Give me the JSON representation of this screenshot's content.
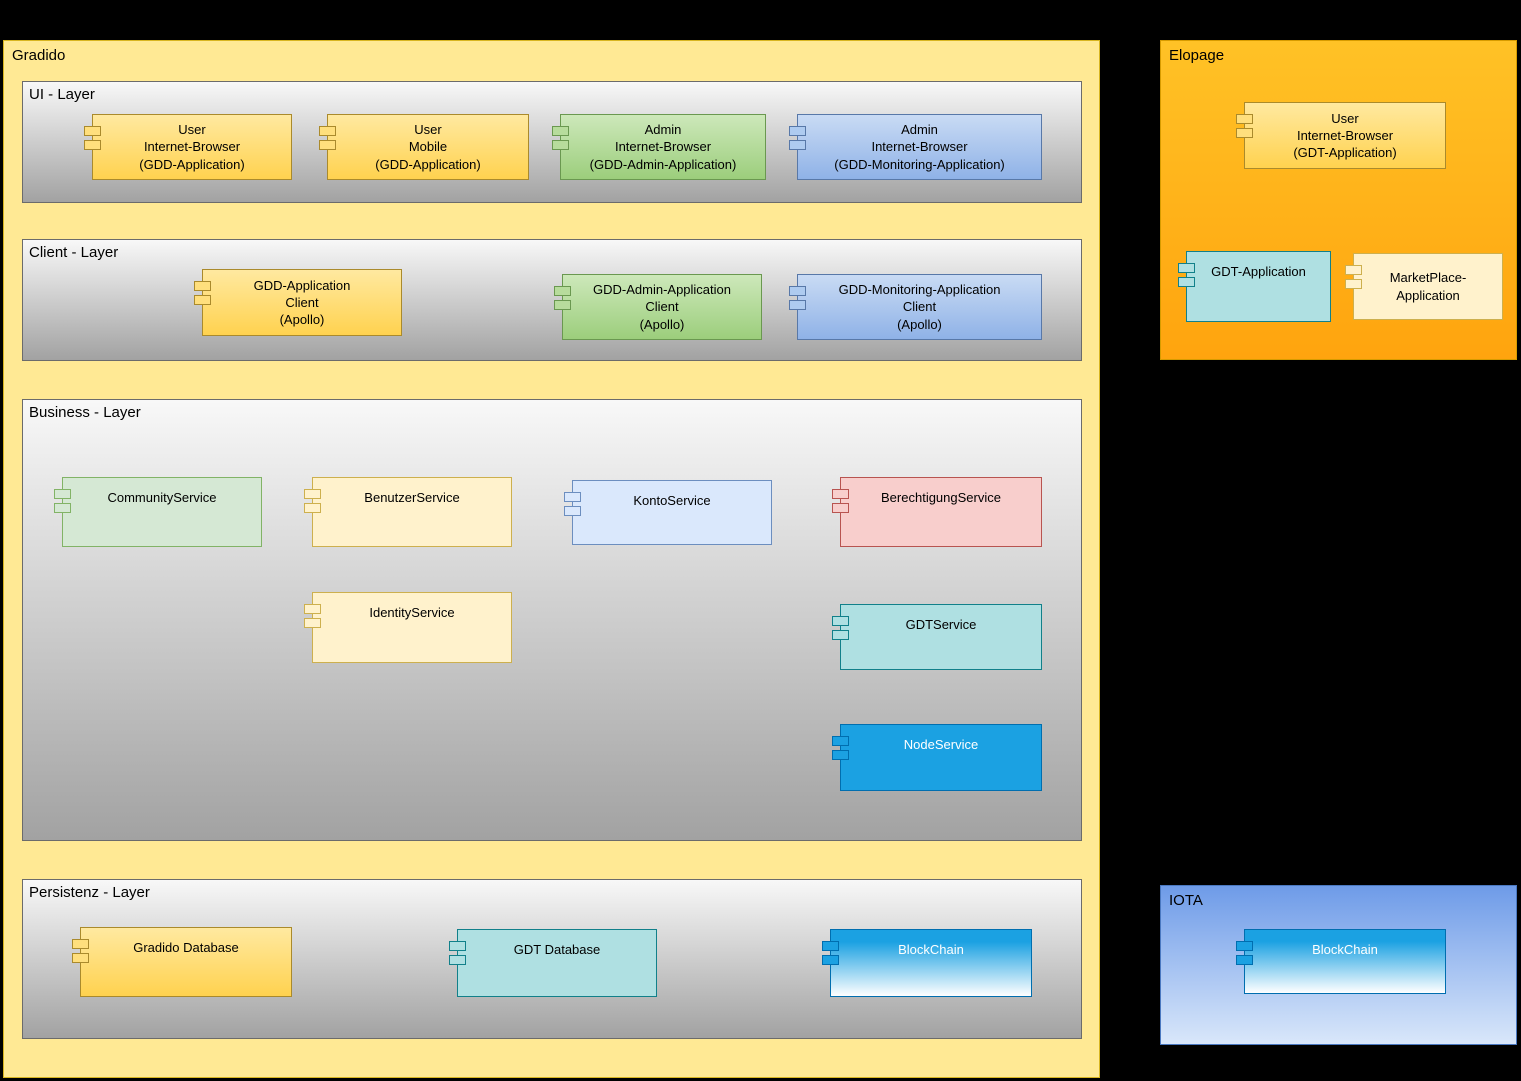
{
  "palette": {
    "gradido_bg": "#FFE994",
    "elopage_bg": "#FFB316",
    "iota_bg_top": "#6E9BE8",
    "iota_bg_bottom": "#D9E7FA",
    "layer_gradient_top": "#F8F8F8",
    "layer_gradient_bottom": "#A2A2A2",
    "component_yellow": "#FFD966",
    "component_green": "#9CCE7C",
    "component_blue": "#8FB2E7",
    "component_cream": "#FFF2CC",
    "component_pale_green": "#D5E8D4",
    "component_pale_blue": "#DAE8FC",
    "component_pink": "#F8CECC",
    "component_teal": "#AFE0E2",
    "component_node_blue": "#1BA1E2"
  },
  "gradido": {
    "title": "Gradido",
    "layers": {
      "ui": {
        "title": "UI - Layer",
        "components": [
          {
            "label": "User\nInternet-Browser\n(GDD-Application)"
          },
          {
            "label": "User\nMobile\n(GDD-Application)"
          },
          {
            "label": "Admin\nInternet-Browser\n(GDD-Admin-Application)"
          },
          {
            "label": "Admin\nInternet-Browser\n(GDD-Monitoring-Application)"
          }
        ]
      },
      "client": {
        "title": "Client - Layer",
        "components": [
          {
            "label": "GDD-Application\nClient\n(Apollo)"
          },
          {
            "label": "GDD-Admin-Application\nClient\n(Apollo)"
          },
          {
            "label": "GDD-Monitoring-Application\nClient\n(Apollo)"
          }
        ]
      },
      "business": {
        "title": "Business - Layer",
        "components": [
          {
            "label": "CommunityService"
          },
          {
            "label": "BenutzerService"
          },
          {
            "label": "KontoService"
          },
          {
            "label": "BerechtigungService"
          },
          {
            "label": "IdentityService"
          },
          {
            "label": "GDTService"
          },
          {
            "label": "NodeService"
          }
        ]
      },
      "persistenz": {
        "title": "Persistenz - Layer",
        "components": [
          {
            "label": "Gradido Database"
          },
          {
            "label": "GDT Database"
          },
          {
            "label": "BlockChain"
          }
        ]
      }
    }
  },
  "elopage": {
    "title": "Elopage",
    "components": [
      {
        "label": "User\nInternet-Browser\n(GDT-Application)"
      },
      {
        "label": "GDT-Application"
      },
      {
        "label": "MarketPlace-\nApplication"
      }
    ]
  },
  "iota": {
    "title": "IOTA",
    "components": [
      {
        "label": "BlockChain"
      }
    ]
  }
}
